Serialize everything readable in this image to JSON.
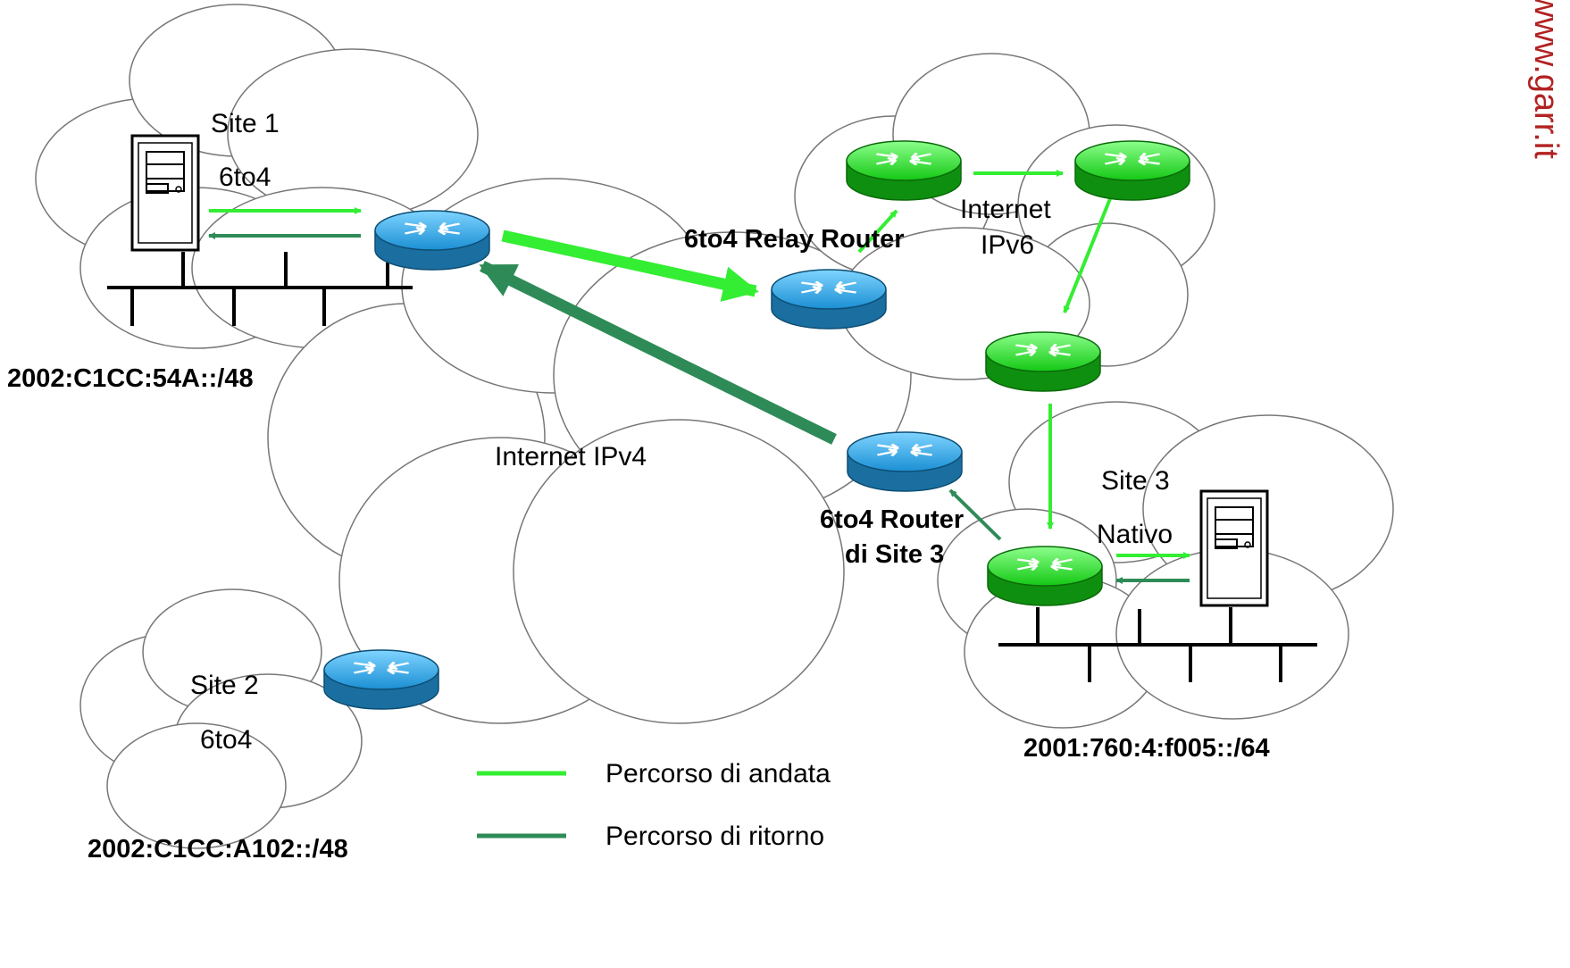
{
  "watermark": "www.garr.it",
  "sites": {
    "site1": {
      "name": "Site 1",
      "type": "6to4",
      "prefix": "2002:C1CC:54A::/48"
    },
    "site2": {
      "name": "Site 2",
      "type": "6to4",
      "prefix": "2002:C1CC:A102::/48"
    },
    "site3": {
      "name": "Site 3",
      "type": "Nativo",
      "prefix": "2001:760:4:f005::/64"
    }
  },
  "clouds": {
    "ipv4": "Internet IPv4",
    "ipv6_line1": "Internet",
    "ipv6_line2": "IPv6"
  },
  "routers": {
    "relay": "6to4 Relay Router",
    "site3_line1": "6to4 Router",
    "site3_line2": "di Site 3"
  },
  "legend": {
    "forward": "Percorso di andata",
    "return": "Percorso di ritorno"
  },
  "colors": {
    "forward_path": "#33ee33",
    "return_path": "#2e8b57",
    "ipv4_router": "#1a8fd0",
    "ipv6_router": "#19c019",
    "watermark": "#b22222"
  }
}
